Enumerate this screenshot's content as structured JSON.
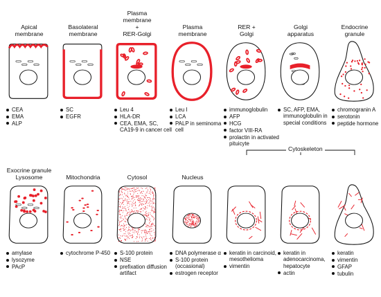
{
  "rows": [
    {
      "cells": [
        {
          "id": "apical",
          "title": [
            "Apical",
            "membrane"
          ],
          "pattern": "apical",
          "markers": [
            "CEA",
            "EMA",
            "ALP"
          ]
        },
        {
          "id": "basolateral",
          "title": [
            "Basolateral",
            "membrane"
          ],
          "pattern": "basolateral",
          "markers": [
            "SC",
            "EGFR"
          ]
        },
        {
          "id": "plasma-rer-golgi",
          "title": [
            "Plasma",
            "membrane",
            "+",
            "RER-Golgi"
          ],
          "pattern": "plasma-rer",
          "markers": [
            "Leu 4",
            "HLA-DR",
            "CEA, EMA, SC, CA19-9 in cancer cell"
          ]
        },
        {
          "id": "plasma",
          "title": [
            "Plasma",
            "membrane"
          ],
          "pattern": "plasma",
          "markers": [
            "Leu I",
            "LCA",
            "PALP in seminoma cell"
          ]
        },
        {
          "id": "rer-golgi",
          "title": [
            "RER +",
            "Golgi"
          ],
          "pattern": "rer-golgi",
          "markers": [
            "immunoglobulin",
            "AFP",
            "HCG",
            "factor VIII-RA",
            "prolactin in activated pituicyte"
          ]
        },
        {
          "id": "golgi",
          "title": [
            "Golgi",
            "apparatus"
          ],
          "pattern": "golgi",
          "markers": [
            "SC, AFP, EMA, immunoglobulin in special conditions"
          ]
        },
        {
          "id": "endocrine",
          "title": [
            "Endocrine",
            "granule"
          ],
          "pattern": "endocrine",
          "markers": [
            "chromogranin A",
            "serotonin",
            "peptide hormone"
          ]
        }
      ]
    },
    {
      "cells": [
        {
          "id": "exocrine",
          "title": [
            "Exocrine granule",
            "Lysosome"
          ],
          "pattern": "exocrine",
          "markers": [
            "amylase",
            "lysozyme",
            "PAcP"
          ]
        },
        {
          "id": "mitochondria",
          "title": [
            "Mitochondria"
          ],
          "pattern": "mito",
          "markers": [
            "cytochrome P-450"
          ]
        },
        {
          "id": "cytosol",
          "title": [
            "Cytosol"
          ],
          "pattern": "cytosol",
          "markers": [
            "S-100 protein",
            "NSE",
            "prefixation diffusion artifact"
          ]
        },
        {
          "id": "nucleus",
          "title": [
            "Nucleus"
          ],
          "pattern": "nucleus",
          "markers": [
            "DNA polymerase α",
            "S-100 protein (occasional)",
            "estrogen receptor"
          ]
        },
        {
          "id": "cytoskeleton-1",
          "title": [],
          "pattern": "cyto1",
          "markers": [
            "keratin in carcinoid, mesothelioma",
            "vimentin"
          ]
        },
        {
          "id": "cytoskeleton-2",
          "title": [],
          "pattern": "cyto2",
          "markers": [
            "keratin in adenocarcinoma, hepatocyte",
            "actin"
          ]
        },
        {
          "id": "cytoskeleton-3",
          "title": [],
          "pattern": "cyto3",
          "markers": [
            "keratin",
            "vimentin",
            "GFAP",
            "tubulin"
          ]
        }
      ]
    }
  ],
  "cytoskeleton_label": "Cytoskeleton",
  "colors": {
    "stain": "#e8202a",
    "ink": "#111111"
  }
}
